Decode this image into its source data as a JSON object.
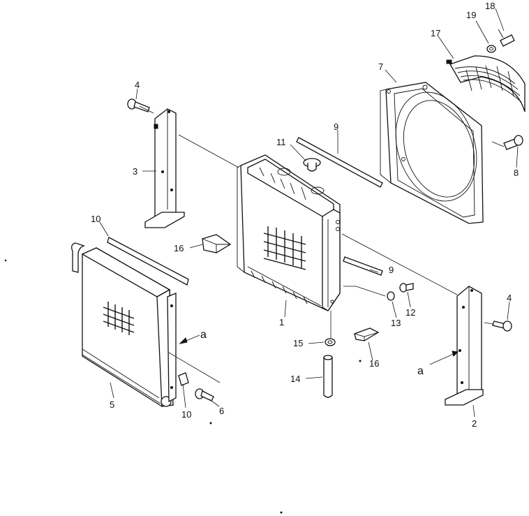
{
  "callouts": [
    {
      "id": "c1",
      "text": "1"
    },
    {
      "id": "c2",
      "text": "2"
    },
    {
      "id": "c3",
      "text": "3"
    },
    {
      "id": "c4a",
      "text": "4"
    },
    {
      "id": "c4b",
      "text": "4"
    },
    {
      "id": "c5",
      "text": "5"
    },
    {
      "id": "c6",
      "text": "6"
    },
    {
      "id": "c7",
      "text": "7"
    },
    {
      "id": "c8",
      "text": "8"
    },
    {
      "id": "c9a",
      "text": "9"
    },
    {
      "id": "c9b",
      "text": "9"
    },
    {
      "id": "c10a",
      "text": "10"
    },
    {
      "id": "c10b",
      "text": "10"
    },
    {
      "id": "c11",
      "text": "11"
    },
    {
      "id": "c12",
      "text": "12"
    },
    {
      "id": "c13",
      "text": "13"
    },
    {
      "id": "c14",
      "text": "14"
    },
    {
      "id": "c15",
      "text": "15"
    },
    {
      "id": "c16a",
      "text": "16"
    },
    {
      "id": "c16b",
      "text": "16"
    },
    {
      "id": "c17",
      "text": "17"
    },
    {
      "id": "c18",
      "text": "18"
    },
    {
      "id": "c19",
      "text": "19"
    }
  ],
  "view_markers": [
    {
      "id": "a1",
      "text": "a"
    },
    {
      "id": "a2",
      "text": "a"
    }
  ]
}
